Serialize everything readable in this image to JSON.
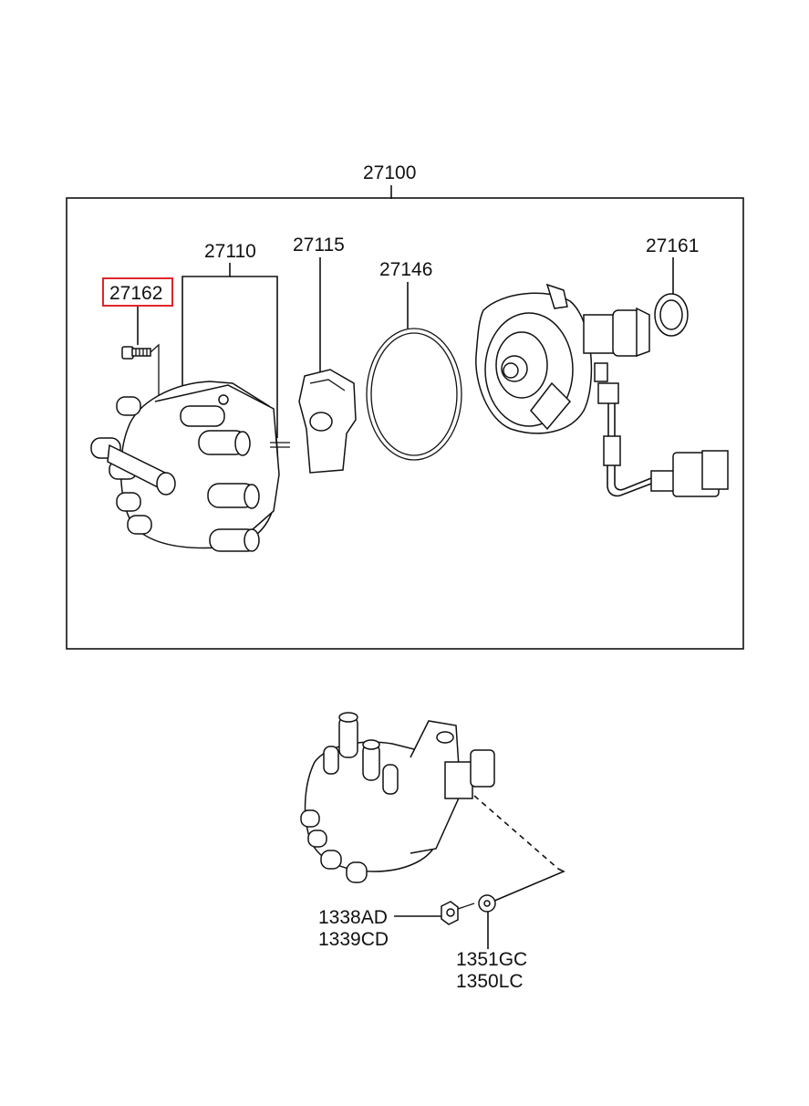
{
  "diagram": {
    "assembly_label": "27100",
    "callouts": {
      "cap": "27110",
      "screw": "27162",
      "rotor": "27115",
      "oring": "27146",
      "seal": "27161"
    },
    "lower_callouts": {
      "nut_a": "1338AD",
      "nut_b": "1339CD",
      "washer_a": "1351GC",
      "washer_b": "1350LC"
    },
    "highlight_color": "#e0262b",
    "line_color": "#111111"
  }
}
